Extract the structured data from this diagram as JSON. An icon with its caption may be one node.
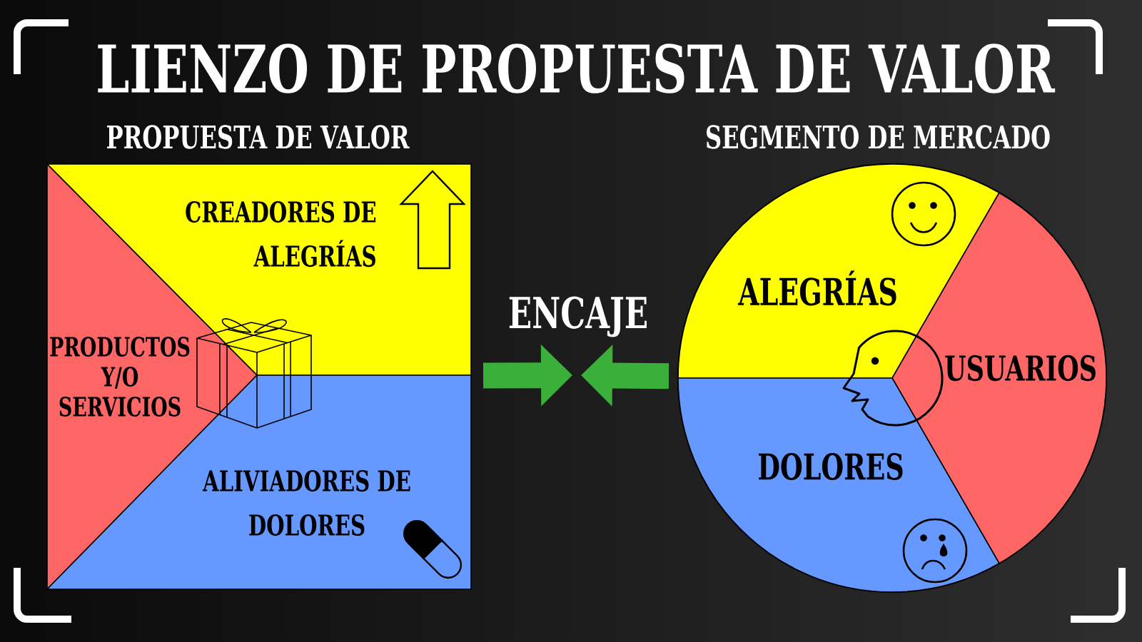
{
  "diagram": {
    "title": "LIENZO DE PROPUESTA DE VALOR",
    "nodes": [
      {
        "text": [
          "PROPUESTA DE VALOR"
        ]
      },
      {
        "text": [
          "CREADORES DE ALEGRÍAS"
        ],
        "in": 0
      },
      {
        "text": [
          "PRODUCTOS Y/O SERVICIOS"
        ],
        "in": 0
      },
      {
        "text": [
          "ALIVIADORES DE DOLORES"
        ],
        "in": 0
      },
      {
        "text": [
          "SEGMENTO DE MERCADO"
        ]
      },
      {
        "text": [
          "ALEGRÍAS"
        ],
        "in": 4
      },
      {
        "text": [
          "USUARIOS"
        ],
        "in": 4
      },
      {
        "text": [
          "DOLORES"
        ],
        "in": 4
      }
    ],
    "edges": [
      {
        "from": 0,
        "to": null,
        "arrow": "to"
      },
      {
        "from": 4,
        "to": null,
        "arrow": "to"
      }
    ],
    "labels": [
      "ENCAJE"
    ]
  }
}
